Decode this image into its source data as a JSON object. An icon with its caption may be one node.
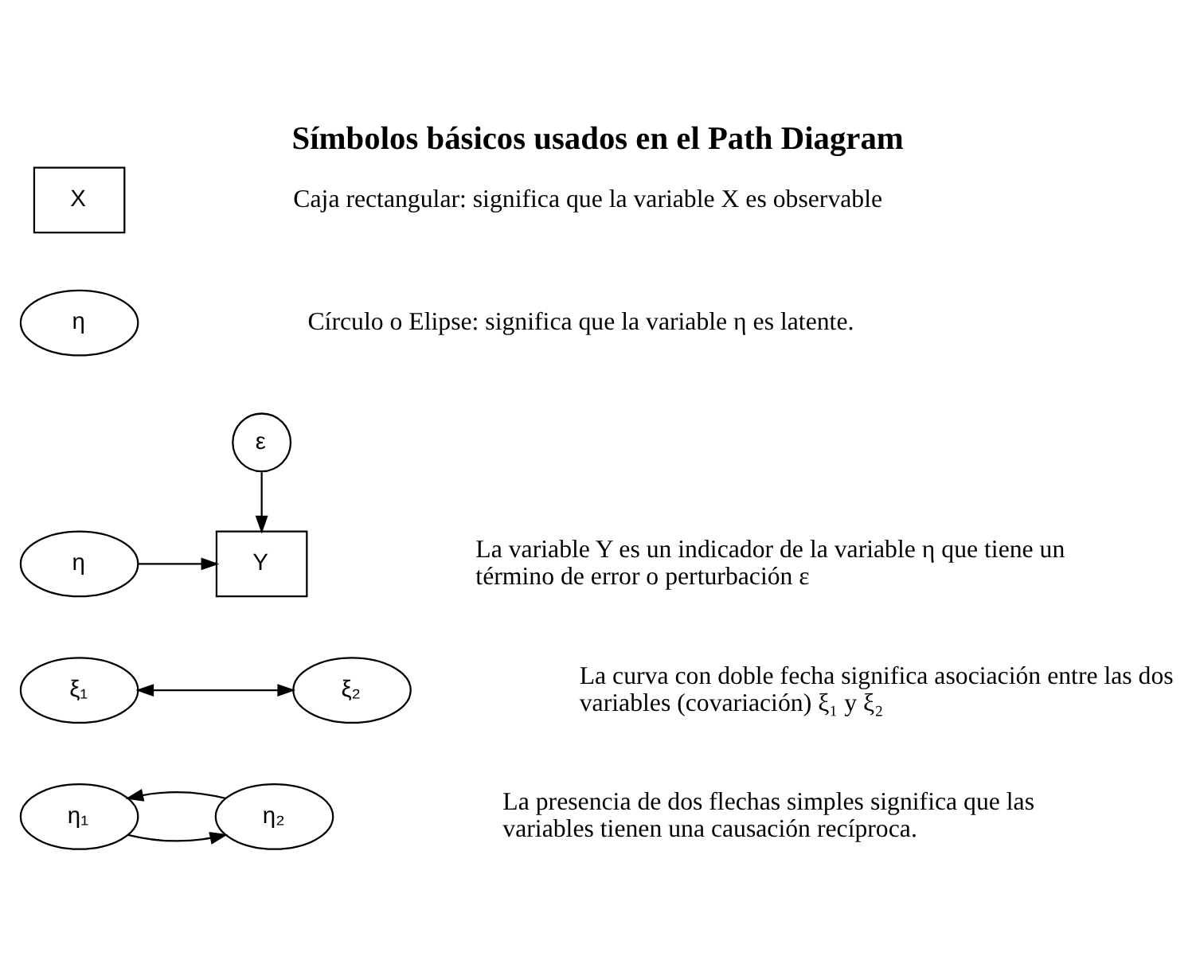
{
  "diagram": {
    "title": "Símbolos básicos usados en el Path Diagram",
    "nodes": [
      {
        "text": [
          "X"
        ]
      },
      {
        "text": [
          "η"
        ]
      },
      {
        "text": [
          "ε"
        ]
      },
      {
        "text": [
          "η"
        ]
      },
      {
        "text": [
          "Y"
        ]
      },
      {
        "text": [
          "ξ₁"
        ]
      },
      {
        "text": [
          "ξ₂"
        ]
      },
      {
        "text": [
          "η₁"
        ]
      },
      {
        "text": [
          "η₂"
        ]
      }
    ],
    "edges": [
      {
        "from": 3,
        "to": 4,
        "arrow": "to"
      },
      {
        "from": 2,
        "to": 4,
        "arrow": "to"
      },
      {
        "from": 5,
        "to": 6,
        "arrow": "both"
      },
      {
        "from": 7,
        "to": 8,
        "arrow": "to"
      },
      {
        "from": 8,
        "to": 7,
        "arrow": "to"
      }
    ],
    "labels": [
      "Caja rectangular: significa que la variable X es observable",
      "Círculo o Elipse: significa que la variable η es latente.",
      "La variable Y es un indicador de la variable η que tiene un término de error o perturbación ε",
      "La curva con doble fecha significa asociación entre las dos variables (covariación) ξ₁ y ξ₂",
      "La presencia de dos flechas simples significa que las variables tienen una causación recíproca."
    ]
  }
}
